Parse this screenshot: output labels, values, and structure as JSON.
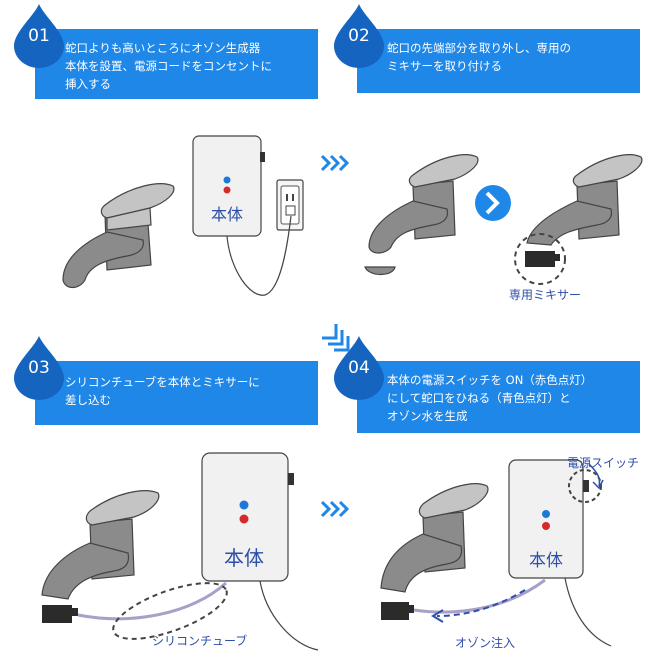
{
  "steps": [
    {
      "number": "01",
      "text": "蛇口よりも高いところにオゾン生成器\n本体を設置、電源コードをコンセントに\n挿入する"
    },
    {
      "number": "02",
      "text": "蛇口の先端部分を取り外し、専用の\nミキサーを取り付ける"
    },
    {
      "number": "03",
      "text": "シリコンチューブを本体とミキサーに\n差し込む"
    },
    {
      "number": "04",
      "text": "本体の電源スイッチを ON（赤色点灯）\nにして蛇口をひねる（青色点灯）と\nオゾン水を生成"
    }
  ],
  "labels": {
    "unit_small": "本体",
    "unit_large": "本体",
    "unit_step4": "本体",
    "mixer": "専用ミキサー",
    "tube": "シリコンチューブ",
    "power_switch": "電源スイッチ",
    "ozone_injection": "オゾン注入"
  },
  "colors": {
    "banner": "#1f87e8",
    "badge": "#1565c0",
    "label_text": "#2d4fa8",
    "led_blue": "#1e78d8",
    "led_red": "#d42a2a",
    "faucet_light": "#c4c4c4",
    "faucet_dark": "#8b8b8b",
    "mixer": "#2b2b2b",
    "tube": "#a8a0c9"
  }
}
